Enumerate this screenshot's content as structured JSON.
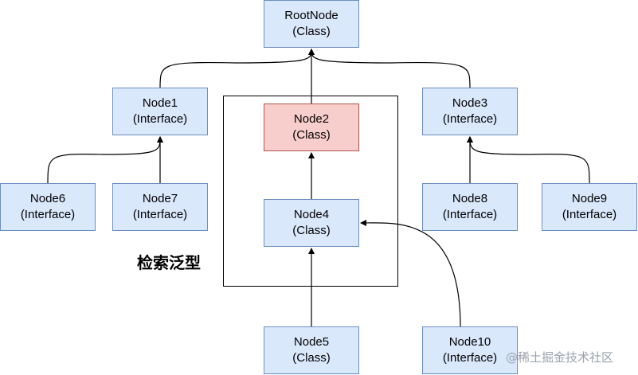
{
  "nodes": {
    "rootnode": {
      "name": "RootNode",
      "kind": "(Class)"
    },
    "node1": {
      "name": "Node1",
      "kind": "(Interface)"
    },
    "node2": {
      "name": "Node2",
      "kind": "(Class)"
    },
    "node3": {
      "name": "Node3",
      "kind": "(Interface)"
    },
    "node4": {
      "name": "Node4",
      "kind": "(Class)"
    },
    "node5": {
      "name": "Node5",
      "kind": "(Class)"
    },
    "node6": {
      "name": "Node6",
      "kind": "(Interface)"
    },
    "node7": {
      "name": "Node7",
      "kind": "(Interface)"
    },
    "node8": {
      "name": "Node8",
      "kind": "(Interface)"
    },
    "node9": {
      "name": "Node9",
      "kind": "(Interface)"
    },
    "node10": {
      "name": "Node10",
      "kind": "(Interface)"
    }
  },
  "edges": [
    {
      "from": "node1",
      "to": "rootnode"
    },
    {
      "from": "node2",
      "to": "rootnode"
    },
    {
      "from": "node3",
      "to": "rootnode"
    },
    {
      "from": "node6",
      "to": "node1"
    },
    {
      "from": "node7",
      "to": "node1"
    },
    {
      "from": "node4",
      "to": "node2"
    },
    {
      "from": "node8",
      "to": "node3"
    },
    {
      "from": "node9",
      "to": "node3"
    },
    {
      "from": "node5",
      "to": "node4"
    },
    {
      "from": "node10",
      "to": "node4"
    }
  ],
  "group": {
    "label": "检索泛型"
  },
  "watermark": "@稀土掘金技术社区",
  "colors": {
    "node_fill": "#dae8fc",
    "node_border": "#6c8ebf",
    "highlight_fill": "#f8cecc",
    "highlight_border": "#b85450",
    "edge": "#000000"
  }
}
